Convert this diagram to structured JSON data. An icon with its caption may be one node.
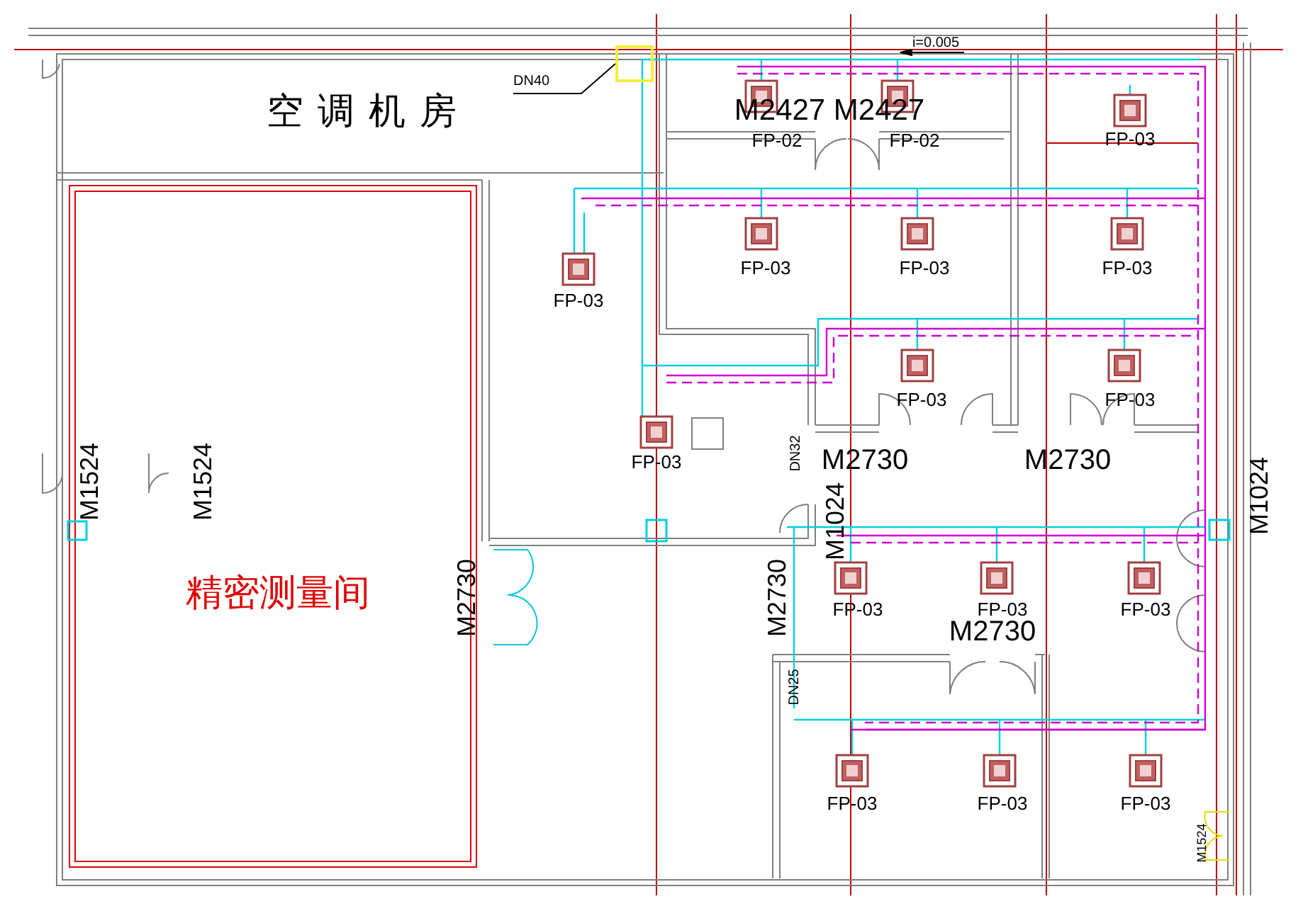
{
  "diagram": {
    "nodes": [
      {
        "text": [
          "DN40"
        ]
      },
      {
        "text": [],
        "shape": "box"
      }
    ],
    "edges": [
      {
        "from": 0,
        "to": 1,
        "arrow": "none"
      }
    ],
    "labels": [
      "空调机房",
      "i=0.005",
      "M2427",
      "M2427",
      "FP-02",
      "FP-02",
      "FP-03",
      "FP-03",
      "FP-03",
      "FP-03",
      "FP-03",
      "FP-03",
      "FP-03",
      "FP-03",
      "M2730",
      "DN32",
      "M2730",
      "M1524",
      "M1524",
      "M1024",
      "M1024",
      "精密测量间",
      "M2730",
      "M2730",
      "FP-03",
      "FP-03",
      "FP-03",
      "M2730",
      "DN25",
      "FP-03",
      "FP-03",
      "FP-03",
      "M1524"
    ]
  }
}
